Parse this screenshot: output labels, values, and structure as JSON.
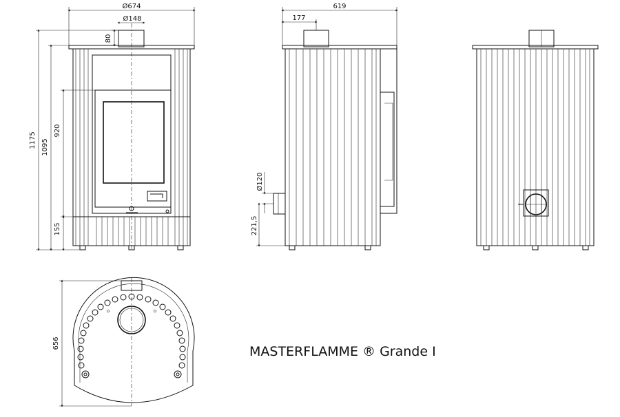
{
  "title": "MASTERFLAMME ® Grande I",
  "front_view": {
    "width_label": "Ø674",
    "flue_label": "Ø148",
    "flue_height_label": "80",
    "total_height_label": "1175",
    "body_height_label": "1095",
    "door_height_label": "920",
    "base_height_label": "155"
  },
  "side_view": {
    "depth_label": "619",
    "flue_offset_label": "177",
    "rear_flue_label": "Ø120",
    "rear_flue_height_label": "221,5"
  },
  "top_view": {
    "depth_label": "656"
  }
}
